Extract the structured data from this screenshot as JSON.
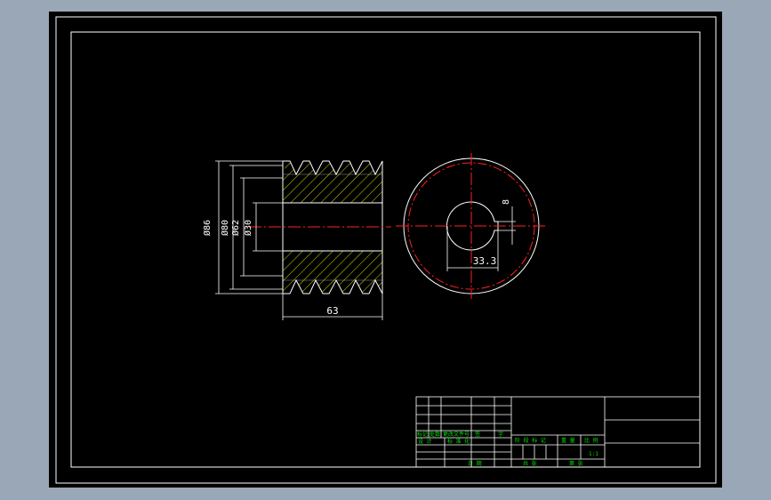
{
  "colors": {
    "background": "#9aa7b6",
    "sheet": "#000000",
    "outline": "#ffffff",
    "centerline": "#ff2020",
    "hatch": "#d8d800",
    "label_green": "#00e000"
  },
  "drawing": {
    "dimensions": {
      "d86": "Ø86",
      "d80": "Ø80",
      "d62": "Ø62",
      "d30": "Ø30",
      "length": "63",
      "key_width": "8",
      "key_depth": "33.3"
    }
  },
  "title_block": {
    "row_labels": [
      "标记",
      "处数",
      "更改文件号",
      "签",
      "字"
    ],
    "design_label": "设 计",
    "standard_label": "标 准 化",
    "stage_label": "阶 段 标 记",
    "weight_label": "重 量",
    "scale_label": "比 例",
    "scale_value": "1:1",
    "date_label": "日 期",
    "sheet_total_label": "共 张",
    "sheet_label": "第 张"
  }
}
